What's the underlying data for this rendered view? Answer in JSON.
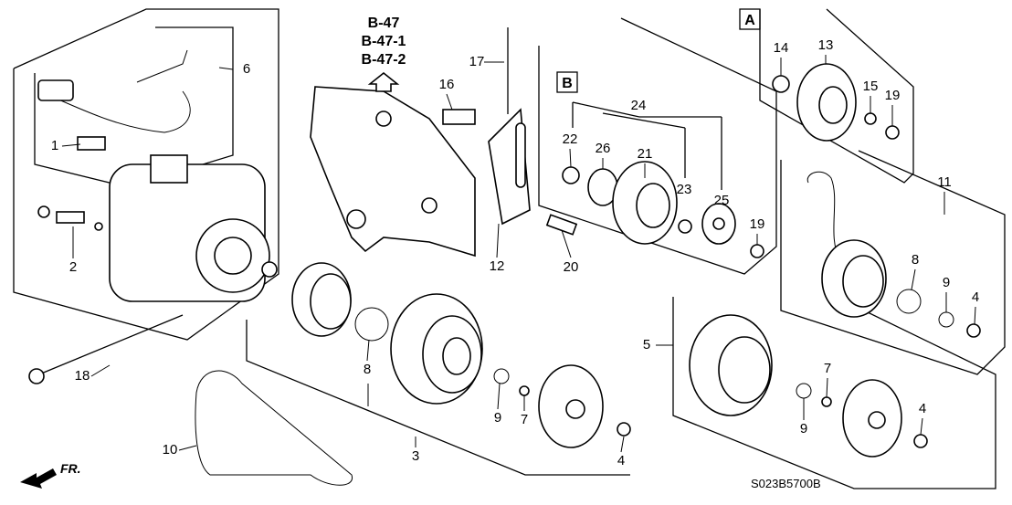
{
  "diagram": {
    "reference_labels": [
      "B-47",
      "B-47-1",
      "B-47-2"
    ],
    "group_labels": {
      "a": "A",
      "b": "B"
    },
    "direction_label": "FR.",
    "diagram_code": "S023B5700B",
    "callouts": [
      "1",
      "2",
      "3",
      "4",
      "4",
      "4",
      "5",
      "6",
      "7",
      "7",
      "8",
      "8",
      "9",
      "9",
      "9",
      "10",
      "11",
      "12",
      "13",
      "14",
      "15",
      "16",
      "17",
      "18",
      "19",
      "19",
      "20",
      "21",
      "22",
      "23",
      "24",
      "25",
      "26"
    ]
  }
}
